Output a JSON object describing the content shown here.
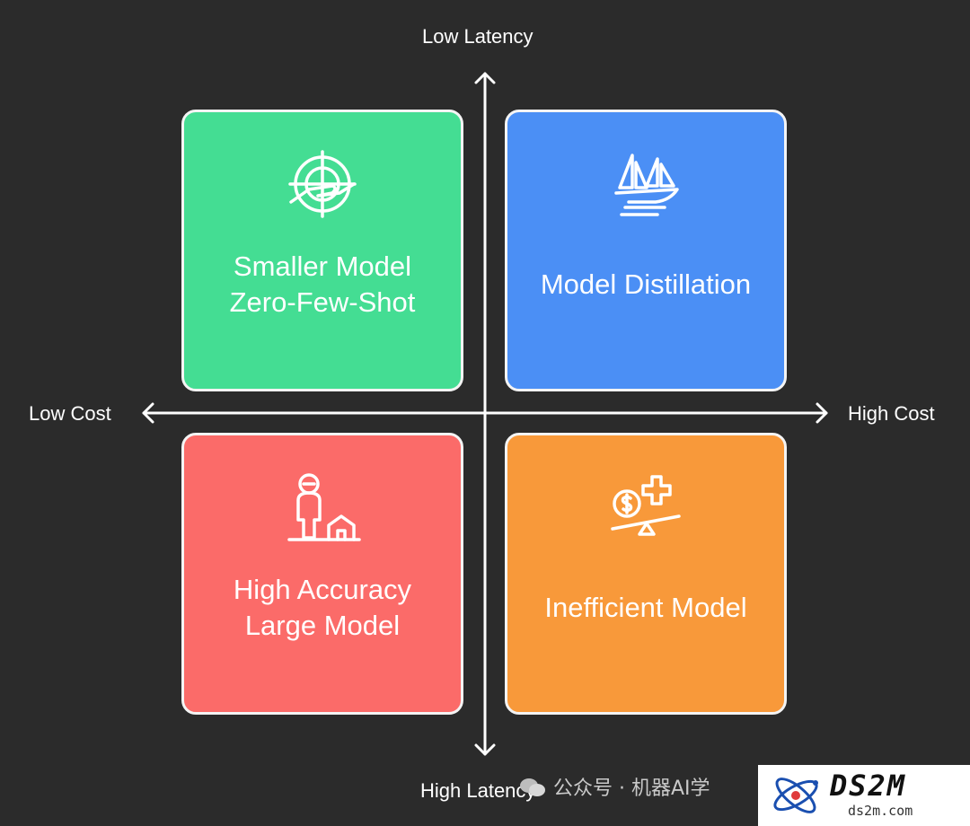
{
  "axes": {
    "top": "Low Latency",
    "bottom": "High Latency",
    "left": "Low Cost",
    "right": "High Cost"
  },
  "quadrants": [
    {
      "position": "top-left",
      "lines": [
        "Smaller Model",
        "Zero-Few-Shot"
      ],
      "color": "#44dd93",
      "icon": "target-hand-icon"
    },
    {
      "position": "top-right",
      "lines": [
        "Model Distillation"
      ],
      "color": "#4b8ff5",
      "icon": "sailboats-icon"
    },
    {
      "position": "bottom-left",
      "lines": [
        "High Accuracy",
        "Large Model"
      ],
      "color": "#fb6b69",
      "icon": "giant-house-icon"
    },
    {
      "position": "bottom-right",
      "lines": [
        "Inefficient Model"
      ],
      "color": "#f8993a",
      "icon": "cost-balance-icon"
    }
  ],
  "watermark": {
    "text": "公众号 · 机器AI学",
    "logo": "DS2M",
    "logo_sub": "ds2m.com"
  }
}
